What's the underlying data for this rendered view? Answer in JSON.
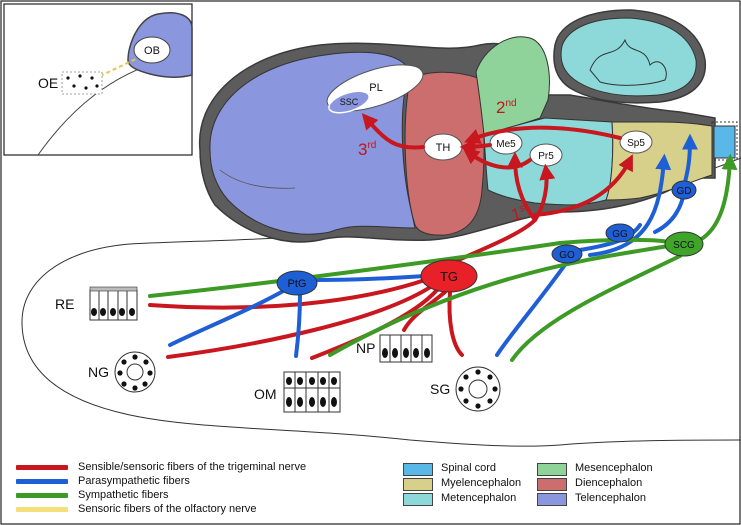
{
  "colors": {
    "trigeminal": "#c8171e",
    "parasympathetic": "#1f5fd6",
    "sympathetic": "#3c9a25",
    "olfactory": "#f3e07a",
    "spinal_cord": "#5ab8e8",
    "myelencephalon": "#d6d08a",
    "metencephalon": "#8dd9d9",
    "mesencephalon": "#8fd39a",
    "diencephalon": "#cc6e6e",
    "telencephalon": "#8a96dd"
  },
  "inset": {
    "oe": "OE",
    "ob": "OB"
  },
  "brain": {
    "pl": "PL",
    "ssc": "SSC",
    "th": "TH",
    "me5": "Me5",
    "pr5": "Pr5",
    "sp5": "Sp5"
  },
  "ordinals": {
    "first": {
      "num": "1",
      "suffix": "st"
    },
    "second": {
      "num": "2",
      "suffix": "nd"
    },
    "third": {
      "num": "3",
      "suffix": "rd"
    }
  },
  "ganglia": {
    "tg": "TG",
    "ptg": "PtG",
    "go": "GO",
    "gg": "GG",
    "gd": "GD",
    "scg": "SCG"
  },
  "targets": {
    "re": "RE",
    "ng": "NG",
    "om": "OM",
    "np": "NP",
    "sg": "SG"
  },
  "legend_fibers": [
    {
      "label": "Sensible/sensoric fibers of the trigeminal nerve",
      "color": "#c8171e"
    },
    {
      "label": "Parasympathetic fibers",
      "color": "#1f5fd6"
    },
    {
      "label": "Sympathetic fibers",
      "color": "#3c9a25"
    },
    {
      "label": "Sensoric fibers of the olfactory nerve",
      "color": "#f3e07a"
    }
  ],
  "legend_regions": [
    {
      "label": "Spinal cord",
      "color": "#5ab8e8"
    },
    {
      "label": "Mesencephalon",
      "color": "#8fd39a"
    },
    {
      "label": "Myelencephalon",
      "color": "#d6d08a"
    },
    {
      "label": "Diencephalon",
      "color": "#cc6e6e"
    },
    {
      "label": "Metencephalon",
      "color": "#8dd9d9"
    },
    {
      "label": "Telencephalon",
      "color": "#8a96dd"
    }
  ]
}
